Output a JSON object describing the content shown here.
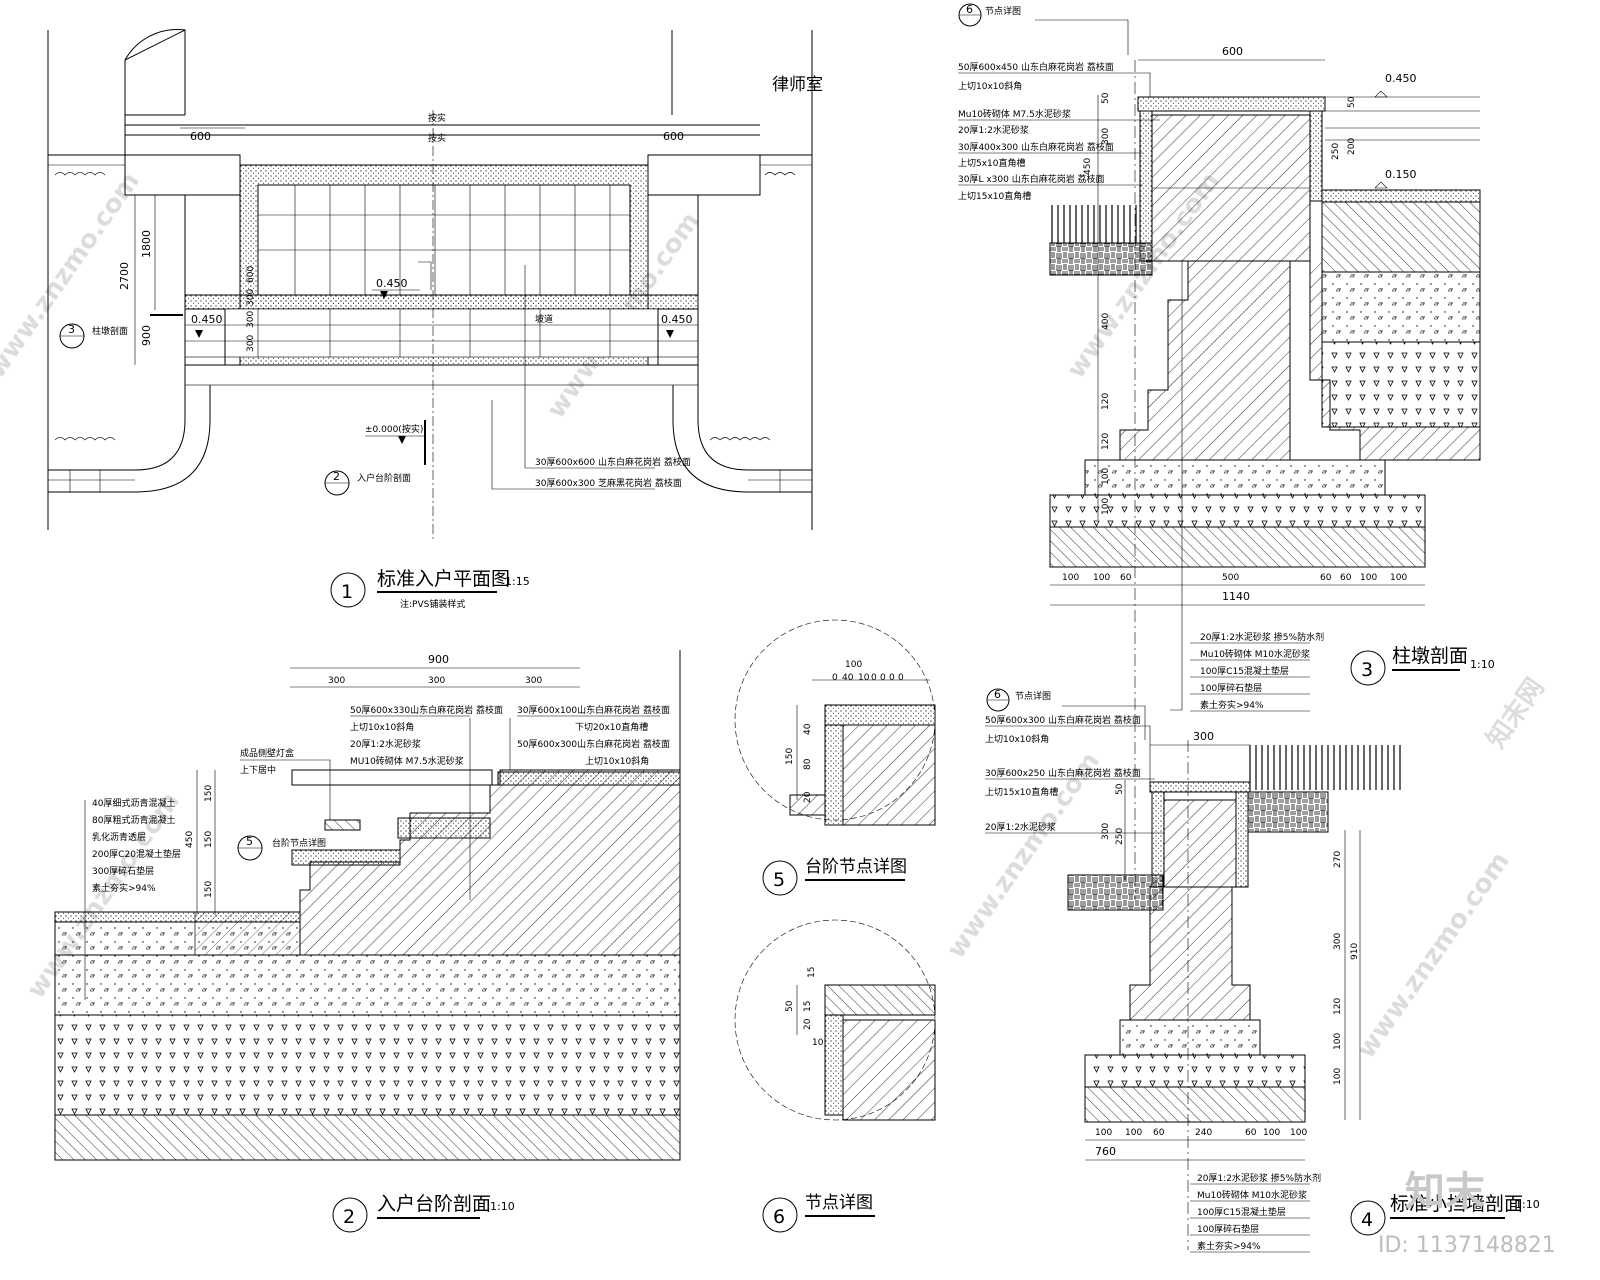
{
  "room_label": "律师室",
  "plan": {
    "dims": {
      "w600_left": "600",
      "w600_right": "600",
      "top1": "按实",
      "top2": "按实",
      "d2700": "2700",
      "d1800": "1800",
      "d900": "900",
      "d600": "600",
      "d300a": "300",
      "d300b": "300",
      "d300c": "300"
    },
    "levels": {
      "center": "0.450",
      "left": "0.450",
      "right": "0.450",
      "ground": "±0.000(按实)"
    },
    "callout3": {
      "num": "3",
      "text": "柱墩剖面"
    },
    "callout2": {
      "num": "2",
      "text": "入户台阶剖面"
    },
    "ramp_mark": "坡道",
    "leaders": [
      "30厚600x600 山东白麻花岗岩 荔枝面",
      "30厚600x300 芝麻黑花岗岩 荔枝面"
    ],
    "title": {
      "num": "1",
      "text": "标准入户平面图",
      "scale": "1:15",
      "note": "注:PVS铺装样式"
    }
  },
  "pier": {
    "callout6": {
      "num": "6",
      "text": "节点详图"
    },
    "dim_top": "600",
    "level_top": "0.450",
    "level_mid": "0.150",
    "leaders": [
      "50厚600x450 山东白麻花岗岩 荔枝面",
      "上切10x10斜角",
      "Mu10砖砌体 M7.5水泥砂浆",
      "20厚1:2水泥砂浆",
      "30厚400x300 山东白麻花岗岩 荔枝面",
      "上切5x10直角槽",
      "30厚L x300 山东白麻花岗岩 荔枝面",
      "上切15x10直角槽"
    ],
    "left_dims": [
      "50",
      "300",
      "450",
      "400",
      "120",
      "120",
      "100",
      "100"
    ],
    "right_dims": [
      "50",
      "200",
      "250"
    ],
    "bottom_dims": [
      "100",
      "100",
      "60",
      "500",
      "60",
      "60",
      "100",
      "100"
    ],
    "total": "1140",
    "base_notes": [
      "20厚1:2水泥砂浆 掺5%防水剂",
      "Mu10砖砌体 M10水泥砂浆",
      "100厚C15混凝土垫层",
      "100厚碎石垫层",
      "素土夯实>94%"
    ],
    "title": {
      "num": "3",
      "text": "柱墩剖面",
      "scale": "1:10"
    }
  },
  "step": {
    "dim_total": "900",
    "dims": [
      "300",
      "300",
      "300"
    ],
    "leaders_left": [
      "50厚600x330山东白麻花岗岩 荔枝面",
      "上切10x10斜角",
      "20厚1:2水泥砂浆",
      "MU10砖砌体 M7.5水泥砂浆"
    ],
    "leaders_right": [
      "30厚600x100山东白麻花岗岩 荔枝面",
      "下切20x10直角槽",
      "50厚600x300山东白麻花岗岩 荔枝面",
      "上切10x10斜角"
    ],
    "lamp": [
      "成品侧壁灯盒",
      "上下居中"
    ],
    "layers": [
      "40厚细式沥青混凝土",
      "80厚粗式沥青混凝土",
      "乳化沥青透层",
      "200厚C20混凝土垫层",
      "300厚碎石垫层",
      "素土夯实>94%"
    ],
    "left_dims": [
      "150",
      "450",
      "150",
      "150"
    ],
    "callout5": {
      "num": "5",
      "text": "台阶节点详图"
    },
    "title": {
      "num": "2",
      "text": "入户台阶剖面",
      "scale": "1:10"
    }
  },
  "detail5": {
    "dims_top": [
      "100",
      "0",
      "40",
      "10",
      "0",
      "0",
      "0",
      "0"
    ],
    "dims_left": [
      "150",
      "40",
      "80",
      "20"
    ],
    "title": {
      "num": "5",
      "text": "台阶节点详图"
    }
  },
  "detail6": {
    "mark": "15",
    "dims_left": [
      "50",
      "15",
      "20",
      "10"
    ],
    "title": {
      "num": "6",
      "text": "节点详图"
    }
  },
  "wall": {
    "callout6": {
      "num": "6",
      "text": "节点详图"
    },
    "dim_top": "300",
    "leaders": [
      "50厚600x300 山东白麻花岗岩 荔枝面",
      "上切10x10斜角",
      "30厚600x250 山东白麻花岗岩 荔枝面",
      "上切15x10直角槽",
      "20厚1:2水泥砂浆"
    ],
    "left_dims": [
      "50",
      "300",
      "250"
    ],
    "right_dims": [
      "270",
      "300",
      "910",
      "120",
      "100",
      "100"
    ],
    "bottom_dims": [
      "100",
      "100",
      "60",
      "240",
      "60",
      "100",
      "100"
    ],
    "total": "760",
    "base_notes": [
      "20厚1:2水泥砂浆 掺5%防水剂",
      "Mu10砖砌体 M10水泥砂浆",
      "100厚C15混凝土垫层",
      "100厚碎石垫层",
      "素土夯实>94%"
    ],
    "title": {
      "num": "4",
      "text": "标准小挡墙剖面",
      "scale": "1:10"
    }
  },
  "watermark": {
    "brand": "知末",
    "id": "ID: 1137148821",
    "site": "www.znzmo.com",
    "site_cn": "知末网"
  }
}
